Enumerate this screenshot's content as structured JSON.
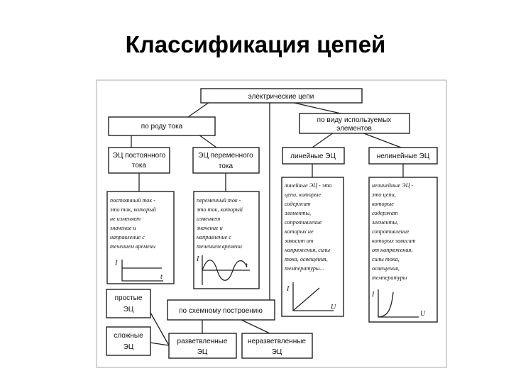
{
  "title": "Классификация цепей",
  "root": "электрические цепи",
  "by_current": "по роду тока",
  "by_elements": [
    "по виду используемых",
    "элементов"
  ],
  "dc_circuit": [
    "ЭЦ постоянного",
    "тока"
  ],
  "ac_circuit": [
    "ЭЦ переменного",
    "тока"
  ],
  "linear": "линейные ЭЦ",
  "nonlinear": "нелинейные ЭЦ",
  "dc_desc": [
    "постоянный ток -",
    "это ток, который",
    "не изменяет",
    "значение и",
    "направление с",
    "течением времени"
  ],
  "ac_desc": [
    "переменный ток -",
    "это ток, который",
    "изменяет",
    "значение и",
    "направление с",
    "течением времени"
  ],
  "linear_desc": [
    "линейные ЭЦ - это",
    "цепи, которые",
    "содержат",
    "элементы,",
    "сопротивление",
    "которых не",
    "зависит от",
    "напряжения, силы",
    "тока, освещения,",
    "температуры..."
  ],
  "nonlinear_desc": [
    "нелинейные ЭЦ -",
    "это цепи,",
    "которые",
    "содержат",
    "элементы,",
    "сопротивление",
    "которых зависит",
    "от напряжения,",
    "силы тока,",
    "освещения,",
    "температуры"
  ],
  "plot_labels": {
    "current": "I",
    "time": "t",
    "voltage": "U"
  },
  "simple": [
    "простые",
    "ЭЦ"
  ],
  "complex": [
    "сложные",
    "ЭЦ"
  ],
  "by_structure": "по схемному построению",
  "branched": [
    "разветвленные",
    "ЭЦ"
  ],
  "unbranched": [
    "неразветвленные",
    "ЭЦ"
  ]
}
